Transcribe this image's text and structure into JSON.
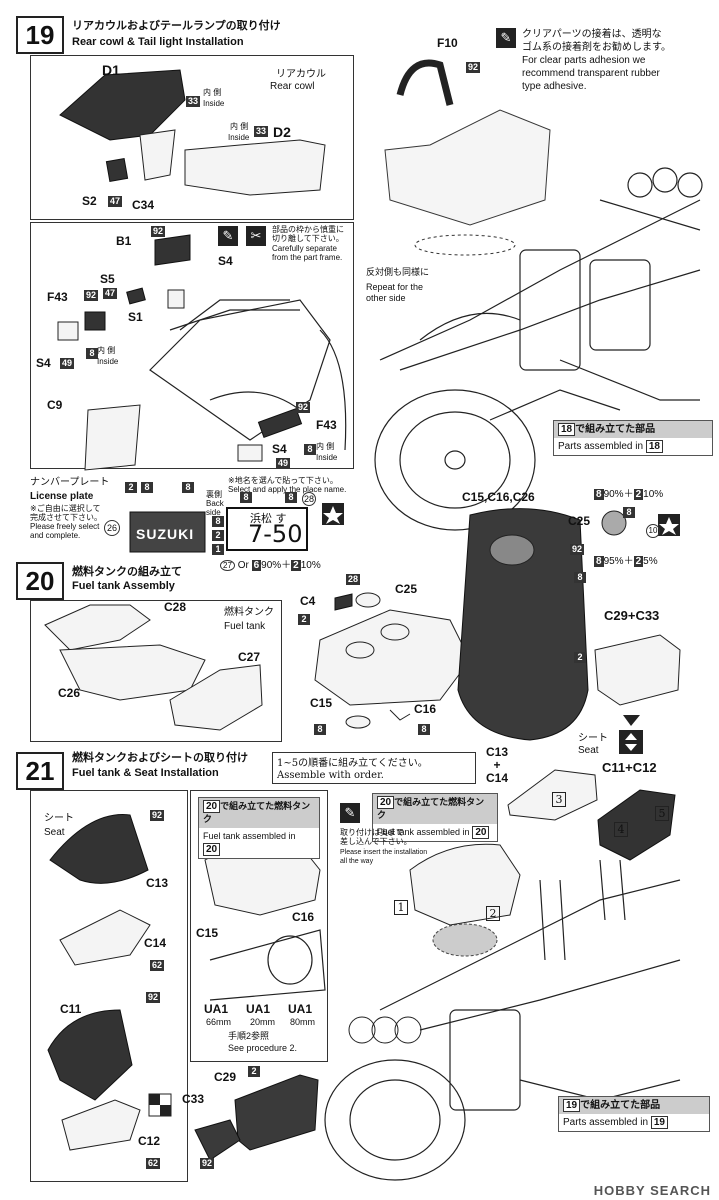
{
  "step19": {
    "number": "19",
    "title_jp": "リアカウルおよびテールランプの取り付け",
    "title_en": "Rear cowl & Tail light Installation",
    "note_jp": "クリアパーツの接着は、透明な\nゴム系の接着剤をお勧めします。",
    "note_en": "For clear parts adhesion we\nrecommend transparent rubber\ntype adhesive.",
    "labels": {
      "d1": "D1",
      "d2": "D2",
      "s2": "S2",
      "c34": "C34",
      "f10": "F10",
      "b1": "B1",
      "s4": "S4",
      "s5": "S5",
      "s1": "S1",
      "f43": "F43",
      "c9": "C9",
      "rear_cowl_jp": "リアカウル",
      "rear_cowl_en": "Rear cowl",
      "inside_jp": "内 側",
      "inside_en": "Inside",
      "cut_jp": "部品の枠から慎重に\n切り離して下さい。",
      "cut_en": "Carefully separate\nfrom the part frame.",
      "repeat_jp": "反対側も同様に",
      "repeat_en": "Repeat for the\nother side",
      "license_jp": "ナンバープレート",
      "license_en": "License plate",
      "license_note_jp": "※ご自由に選択して\n完成させて下さい。",
      "license_note_en": "Please freely select\nand complete.",
      "place_note_jp": "※地名を選んで貼って下さい。",
      "place_note_en": "Select and apply the place name.",
      "back_side": "裏側\nBack\nside",
      "plate_text": "7-50",
      "plate_top": "浜松 す",
      "suzuki": "SUZUKI",
      "mix": "Or",
      "mix1": "90%＋",
      "mix1b": "10%",
      "assembled18_jp": "で組み立てた部品",
      "assembled18_en": "Parts assembled in"
    },
    "badges": {
      "b33": "33",
      "b47": "47",
      "b92": "92",
      "b8": "8",
      "b49": "49",
      "b2": "2",
      "b28": "28",
      "b26": "26",
      "b1": "1",
      "b27": "27",
      "b6": "6",
      "b18": "18"
    }
  },
  "step20": {
    "number": "20",
    "title_jp": "燃料タンクの組み立て",
    "title_en": "Fuel tank Assembly",
    "labels": {
      "c28": "C28",
      "c27": "C27",
      "c26": "C26",
      "c4": "C4",
      "c25": "C25",
      "c15": "C15",
      "c16": "C16",
      "c15group": "C15,C16,C26",
      "c29c33": "C29+C33",
      "tank_jp": "燃料タンク",
      "tank_en": "Fuel tank",
      "mix_a": "90%＋",
      "mix_a2": "10%",
      "mix_b": "95%＋",
      "mix_b2": "5%"
    }
  },
  "step21": {
    "number": "21",
    "title_jp": "燃料タンクおよびシートの取り付け",
    "title_en": "Fuel tank & Seat Installation",
    "order_jp": "1~5の順番に組み立てください。",
    "order_en": "Assemble with order.",
    "labels": {
      "seat_jp": "シート",
      "seat_en": "Seat",
      "c13": "C13",
      "c14": "C14",
      "c11": "C11",
      "c12": "C12",
      "c29": "C29",
      "c33": "C33",
      "c13c14": "C13\n+\nC14",
      "c11c12": "C11+C12",
      "c16": "C16",
      "c15": "C15",
      "ua1": "UA1",
      "ua1_a": "66mm",
      "ua1_b": "20mm",
      "ua1_c": "80mm",
      "ref_jp": "手順2参照",
      "ref_en": "See procedure 2.",
      "tank_asm_jp": "で組み立てた燃料タンク",
      "tank_asm_en": "Fuel tank assembled in",
      "insert_jp": "取り付けは奥まで\n差し込んで下さい。",
      "insert_en": "Please insert the installation\nall the way",
      "assembled19_jp": "で組み立てた部品",
      "assembled19_en": "Parts assembled in",
      "o1": "1",
      "o2": "2",
      "o3": "3",
      "o4": "4",
      "o5": "5"
    },
    "badges": {
      "b92": "92",
      "b62": "62",
      "b2": "2",
      "b20": "20",
      "b19": "19"
    }
  },
  "watermark": "HOBBY SEARCH"
}
